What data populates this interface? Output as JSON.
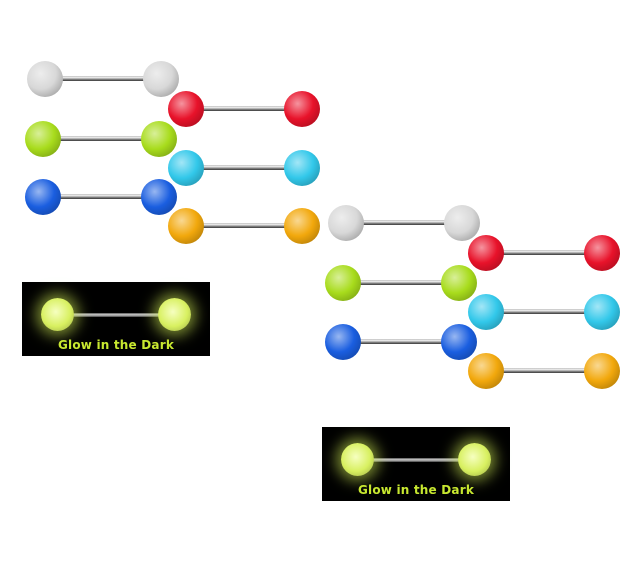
{
  "glow_label": "Glow in the Dark",
  "colors": {
    "clear": "#d8d8d8",
    "red": "#e8122a",
    "green": "#a8dc1c",
    "blue": "#1a5ee0",
    "aqua": "#32c8ea",
    "orange": "#f2a80c",
    "glow": "#d8f060",
    "glow_text": "#c8e830"
  },
  "sets": [
    {
      "name": "set-1",
      "barbells": [
        {
          "color": "clear"
        },
        {
          "color": "red"
        },
        {
          "color": "green"
        },
        {
          "color": "aqua"
        },
        {
          "color": "blue"
        },
        {
          "color": "orange"
        }
      ]
    },
    {
      "name": "set-2",
      "barbells": [
        {
          "color": "clear"
        },
        {
          "color": "red"
        },
        {
          "color": "green"
        },
        {
          "color": "aqua"
        },
        {
          "color": "blue"
        },
        {
          "color": "orange"
        }
      ]
    }
  ]
}
